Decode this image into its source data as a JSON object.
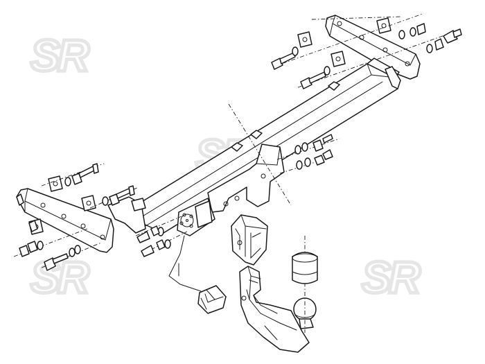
{
  "watermark": {
    "text": "SR",
    "color": "#e6e6e6"
  },
  "drawing": {
    "line_color": "#1a1a1a",
    "background": "#ffffff",
    "parts": [
      "crossbar-beam",
      "right-mounting-bracket",
      "left-mounting-bracket",
      "mounting-bolts",
      "washers",
      "nuts",
      "square-plates",
      "electrical-socket-plate",
      "electrical-socket",
      "ball-receiver",
      "detachable-tow-ball-neck",
      "tow-ball",
      "ball-cover-cap"
    ]
  }
}
